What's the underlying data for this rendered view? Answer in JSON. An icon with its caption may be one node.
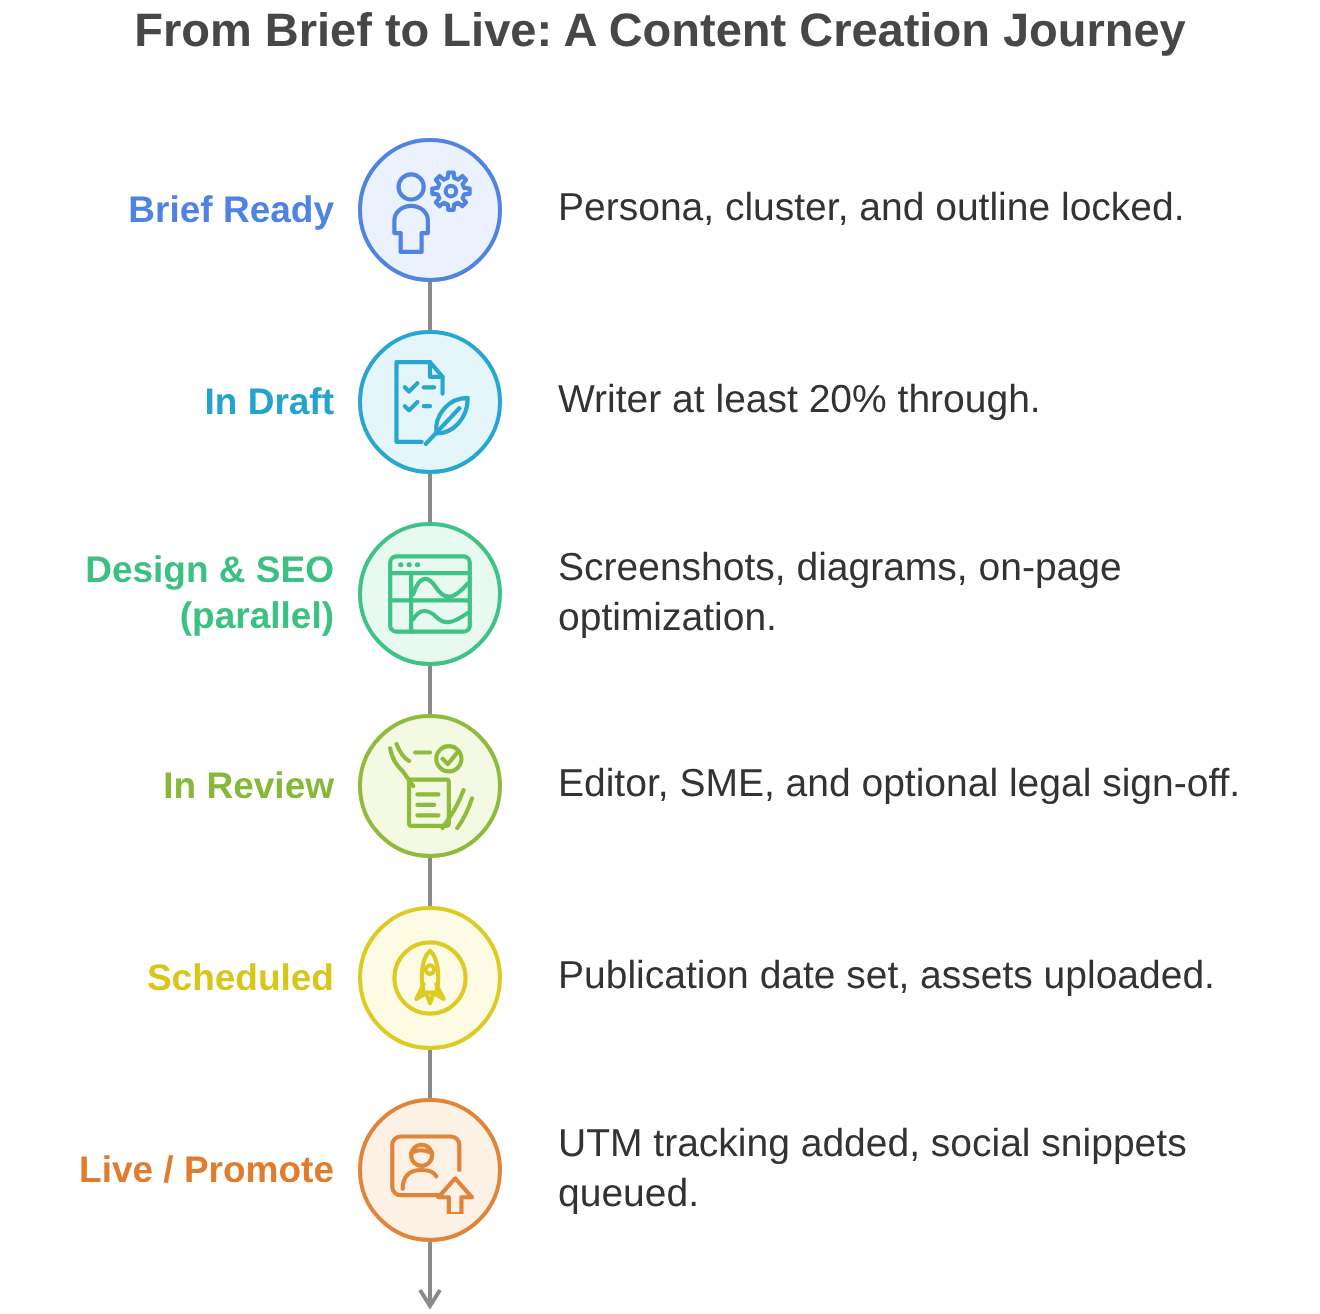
{
  "diagram": {
    "title": "From Brief to Live: A Content Creation Journey",
    "nodes": [
      {
        "text": [
          "Brief Ready"
        ],
        "beside": [
          "Persona, cluster, and outline locked."
        ]
      },
      {
        "text": [
          "In Draft"
        ],
        "beside": [
          "Writer at least 20% through."
        ]
      },
      {
        "text": [
          "Design & SEO (parallel)"
        ],
        "beside": [
          "Screenshots, diagrams, on-page optimization."
        ]
      },
      {
        "text": [
          "In Review"
        ],
        "beside": [
          "Editor, SME, and optional legal sign-off."
        ]
      },
      {
        "text": [
          "Scheduled"
        ],
        "beside": [
          "Publication date set, assets uploaded."
        ]
      },
      {
        "text": [
          "Live / Promote"
        ],
        "beside": [
          "UTM tracking added, social snippets queued."
        ]
      }
    ],
    "edges": [
      {
        "from": 0,
        "to": 1,
        "arrow": "none"
      },
      {
        "from": 1,
        "to": 2,
        "arrow": "none"
      },
      {
        "from": 2,
        "to": 3,
        "arrow": "none"
      },
      {
        "from": 3,
        "to": 4,
        "arrow": "none"
      },
      {
        "from": 4,
        "to": 5,
        "arrow": "none"
      },
      {
        "from": 5,
        "to": null,
        "arrow": "to"
      }
    ]
  }
}
